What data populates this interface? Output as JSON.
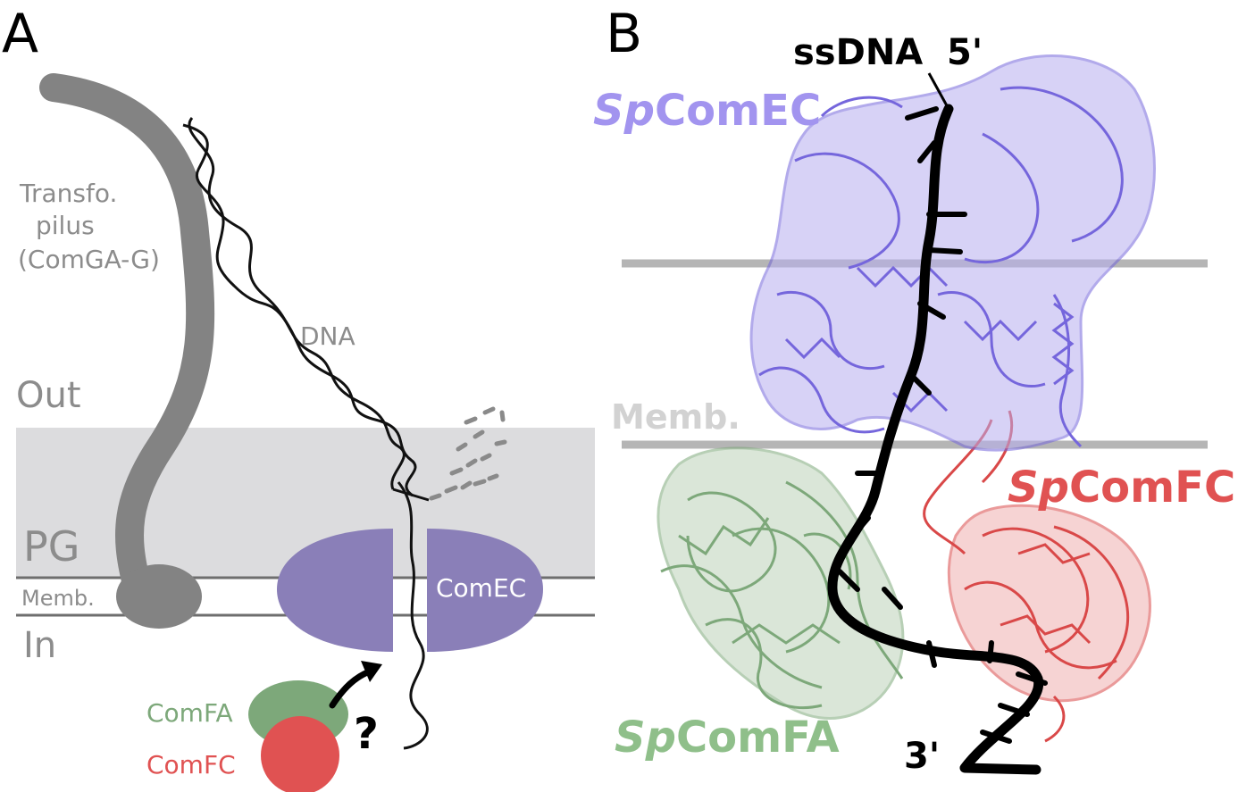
{
  "panel_a": {
    "letter": "A",
    "pilus_label_line1": "Transfo.",
    "pilus_label_line2": "pilus",
    "pilus_label_line3": "(ComGA-G)",
    "dna_label": "DNA",
    "out_label": "Out",
    "pg_label": "PG",
    "memb_label": "Memb.",
    "in_label": "In",
    "comec_label": "ComEC",
    "comfa_label": "ComFA",
    "comfc_label": "ComFC",
    "question_mark": "?"
  },
  "panel_b": {
    "letter": "B",
    "ssdna_label": "ssDNA",
    "five_prime": "5'",
    "three_prime": "3'",
    "memb_label": "Memb.",
    "comec_prefix": "Sp",
    "comec_name": "ComEC",
    "comfc_prefix": "Sp",
    "comfc_name": "ComFC",
    "comfa_prefix": "Sp",
    "comfa_name": "ComFA"
  },
  "colors": {
    "pilus_gray": "#838383",
    "membrane_band": "#dcdcde",
    "membrane_line": "#6e6e6e",
    "comec_purple": "#8a7fb8",
    "comec_structure": "#8577e6",
    "comfa_green": "#7da87a",
    "comfc_red": "#e05252",
    "label_gray": "#8c8c8c",
    "memb_b_light": "#cfcfcf"
  }
}
